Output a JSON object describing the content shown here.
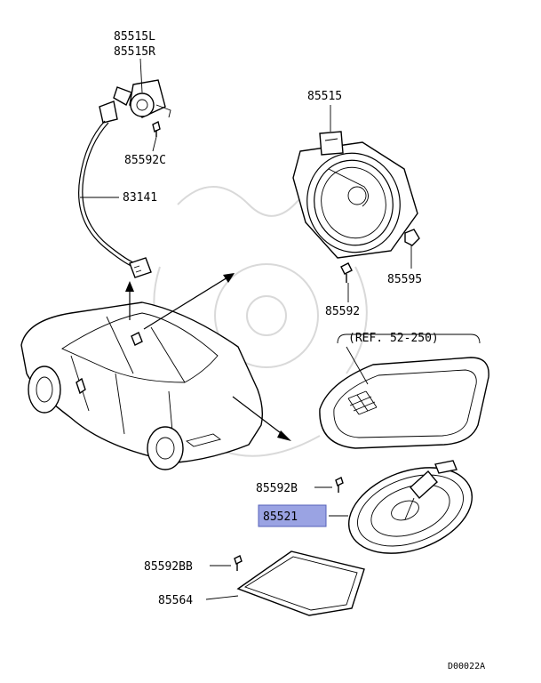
{
  "labels": {
    "p85515L": "85515L",
    "p85515R": "85515R",
    "p85592C": "85592C",
    "p83141": "83141",
    "p85515": "85515",
    "p85595": "85595",
    "p85592": "85592",
    "ref": "(REF. 52-250)",
    "p85592B": "85592B",
    "p85521": "85521",
    "p85592BB": "85592BB",
    "p85564": "85564"
  },
  "diagram_code": "D00022A",
  "highlight": {
    "part": "85521",
    "color": "#9aa3e3"
  }
}
